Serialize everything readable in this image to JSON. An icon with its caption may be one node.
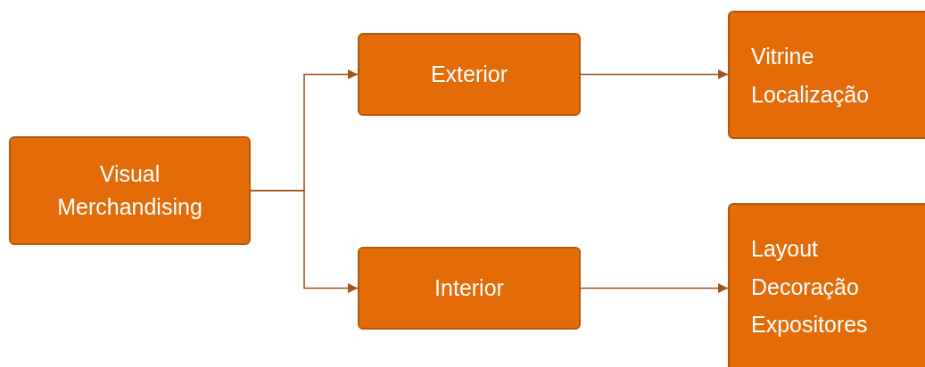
{
  "diagram": {
    "nodes": [
      {
        "text": [
          "Visual Merchandising"
        ]
      },
      {
        "text": [
          "Exterior"
        ]
      },
      {
        "text": [
          "Interior"
        ]
      },
      {
        "text": [
          "Vitrine",
          "Localização"
        ]
      },
      {
        "text": [
          "Layout",
          "Decoração",
          "Expositores"
        ]
      }
    ],
    "edges": [
      {
        "from": 0,
        "to": 1,
        "arrow": "to"
      },
      {
        "from": 0,
        "to": 2,
        "arrow": "to"
      },
      {
        "from": 1,
        "to": 3,
        "arrow": "to"
      },
      {
        "from": 2,
        "to": 4,
        "arrow": "to"
      }
    ]
  }
}
